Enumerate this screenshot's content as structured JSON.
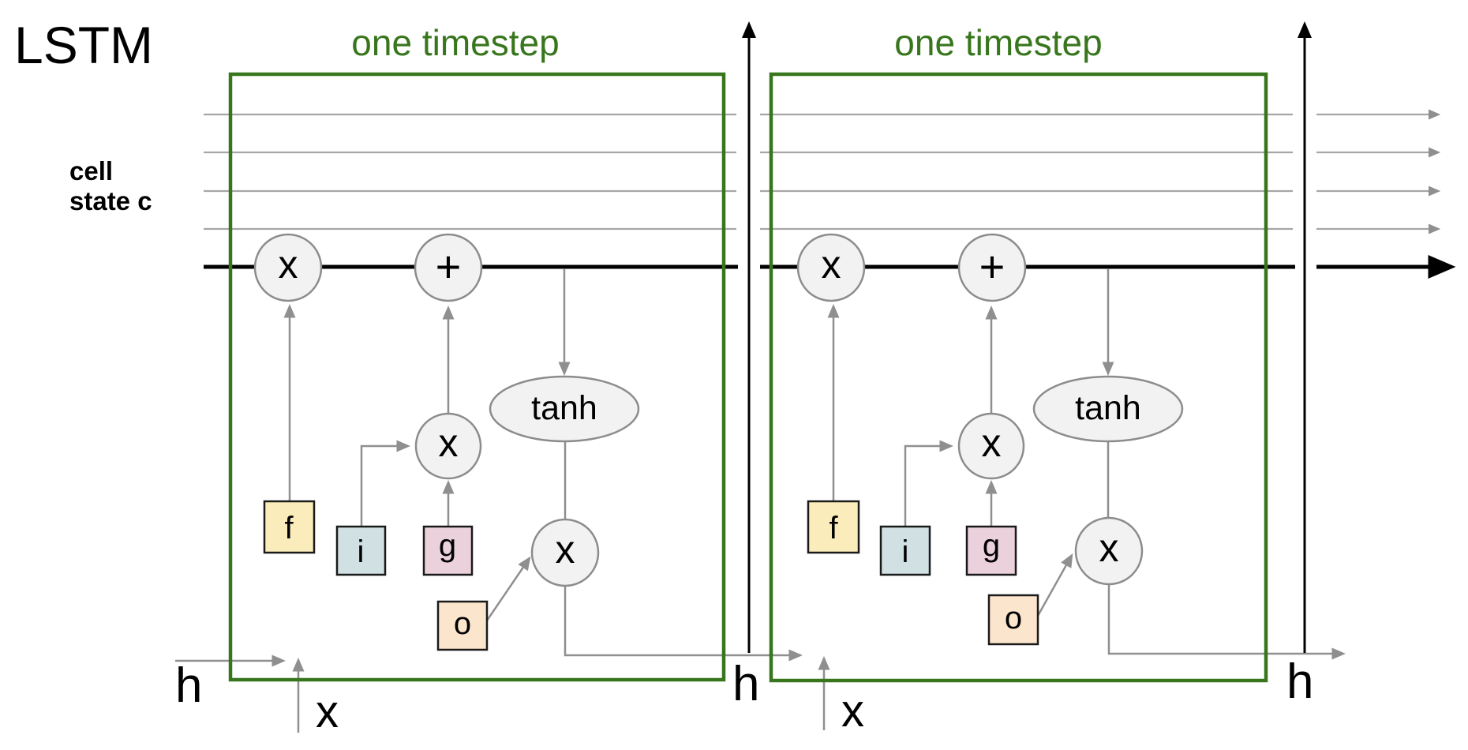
{
  "title": "LSTM",
  "cell_state_label": {
    "line1": "cell",
    "line2": "state c"
  },
  "timestep_labels": [
    "one timestep",
    "one timestep"
  ],
  "gates": {
    "forget": "f",
    "input": "i",
    "gate": "g",
    "output": "o"
  },
  "ops": {
    "multiply": "x",
    "add": "+",
    "tanh": "tanh"
  },
  "io": {
    "h_labels": [
      "h",
      "h",
      "h"
    ],
    "x_labels": [
      "x",
      "x"
    ]
  },
  "colors": {
    "accent_green": "#38761d",
    "gate_f_fill": "#fbedbb",
    "gate_i_fill": "#d0e0e3",
    "gate_g_fill": "#ead1dc",
    "gate_o_fill": "#fce5cd",
    "node_fill": "#f2f2f2",
    "node_stroke": "#8c8c8c",
    "wire_gray": "#8f8f8f",
    "cell_line_gray": "#a6a6a6",
    "black": "#000000"
  }
}
